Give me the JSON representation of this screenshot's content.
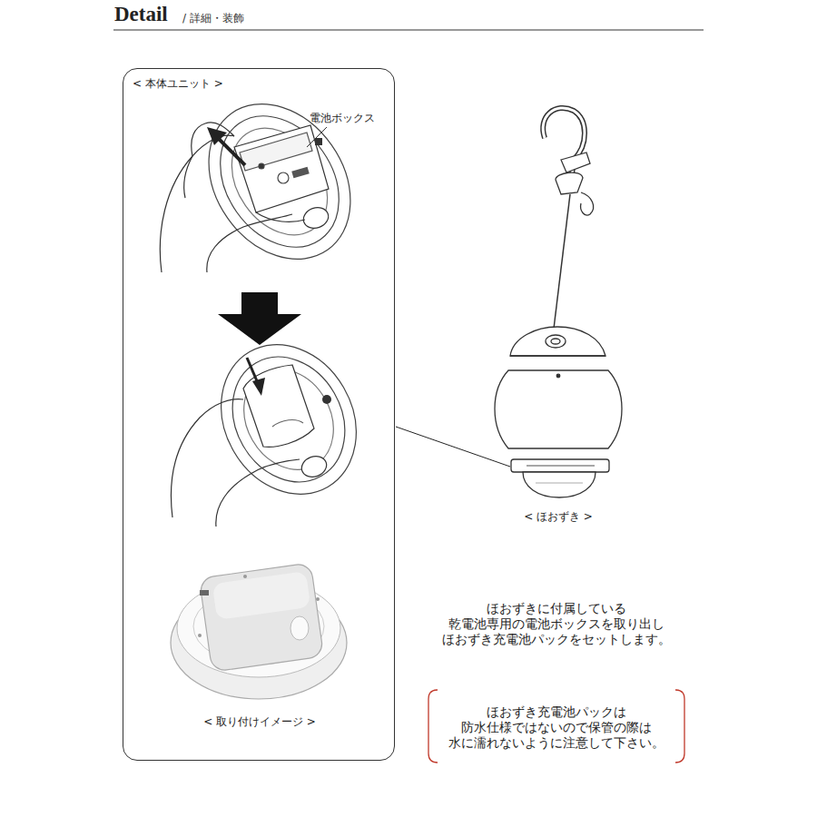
{
  "diagram": {
    "title": "Detail",
    "nodes": [
      {
        "text": [
          "< 本体ユニット >",
          "電池ボックス",
          "< 取り付けイメージ >"
        ]
      }
    ],
    "labels": [
      "/ 詳細・装飾",
      "< ほおずき >",
      "ほおずきに付属している 乾電池専用の電池ボックスを取り出し ほおずき充電池パックをセットします。",
      "ほおずき充電池パックは 防水仕様ではないので保管の際は 水に濡れないように注意して下さい。"
    ]
  }
}
